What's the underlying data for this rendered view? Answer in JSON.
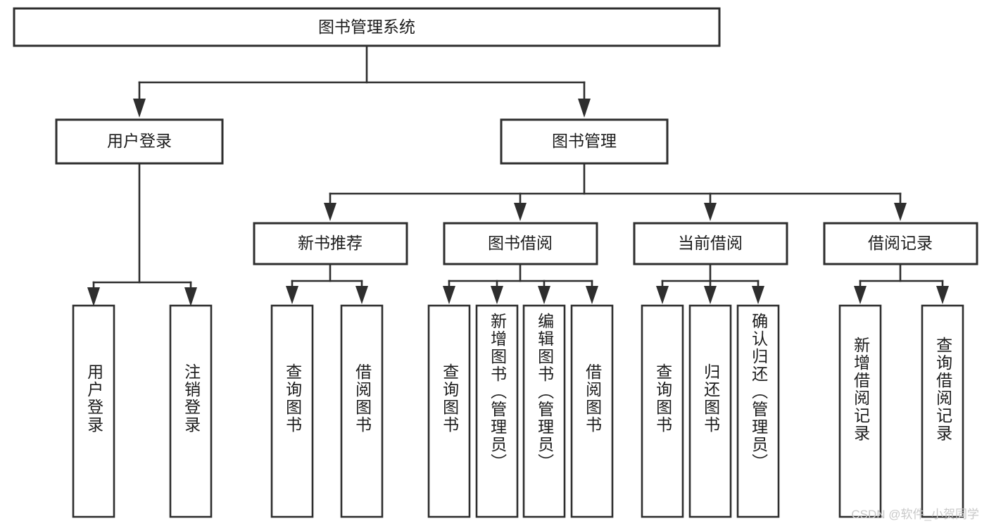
{
  "diagram": {
    "title": "图书管理系统",
    "type": "tree",
    "watermark": "CSDN @软件_小贺同学",
    "colors": {
      "background": "#ffffff",
      "box_stroke": "#2e2e2e",
      "box_fill": "#ffffff",
      "text": "#1c1c1c",
      "watermark": "#c9c9c9"
    },
    "root": {
      "label": "图书管理系统",
      "children": [
        {
          "label": "用户登录",
          "children": [
            {
              "label": "用户登录"
            },
            {
              "label": "注销登录"
            }
          ]
        },
        {
          "label": "图书管理",
          "children": [
            {
              "label": "新书推荐",
              "children": [
                {
                  "label": "查询图书"
                },
                {
                  "label": "借阅图书"
                }
              ]
            },
            {
              "label": "图书借阅",
              "children": [
                {
                  "label": "查询图书"
                },
                {
                  "label": "新增图书（管理员）"
                },
                {
                  "label": "编辑图书（管理员）"
                },
                {
                  "label": "借阅图书"
                }
              ]
            },
            {
              "label": "当前借阅",
              "children": [
                {
                  "label": "查询图书"
                },
                {
                  "label": "归还图书"
                },
                {
                  "label": "确认归还（管理员）"
                }
              ]
            },
            {
              "label": "借阅记录",
              "children": [
                {
                  "label": "新增借阅记录"
                },
                {
                  "label": "查询借阅记录"
                }
              ]
            }
          ]
        }
      ]
    },
    "nodes": {
      "root": {
        "label": "图书管理系统"
      },
      "l1": [
        {
          "label": "用户登录"
        },
        {
          "label": "图书管理"
        }
      ],
      "l2": [
        {
          "label": "新书推荐"
        },
        {
          "label": "图书借阅"
        },
        {
          "label": "当前借阅"
        },
        {
          "label": "借阅记录"
        }
      ],
      "leaves": [
        {
          "label": "用户登录"
        },
        {
          "label": "注销登录"
        },
        {
          "label": "查询图书"
        },
        {
          "label": "借阅图书"
        },
        {
          "label": "查询图书"
        },
        {
          "label": "新增图书（管理员）"
        },
        {
          "label": "编辑图书（管理员）"
        },
        {
          "label": "借阅图书"
        },
        {
          "label": "查询图书"
        },
        {
          "label": "归还图书"
        },
        {
          "label": "确认归还（管理员）"
        },
        {
          "label": "新增借阅记录"
        },
        {
          "label": "查询借阅记录"
        }
      ]
    }
  }
}
